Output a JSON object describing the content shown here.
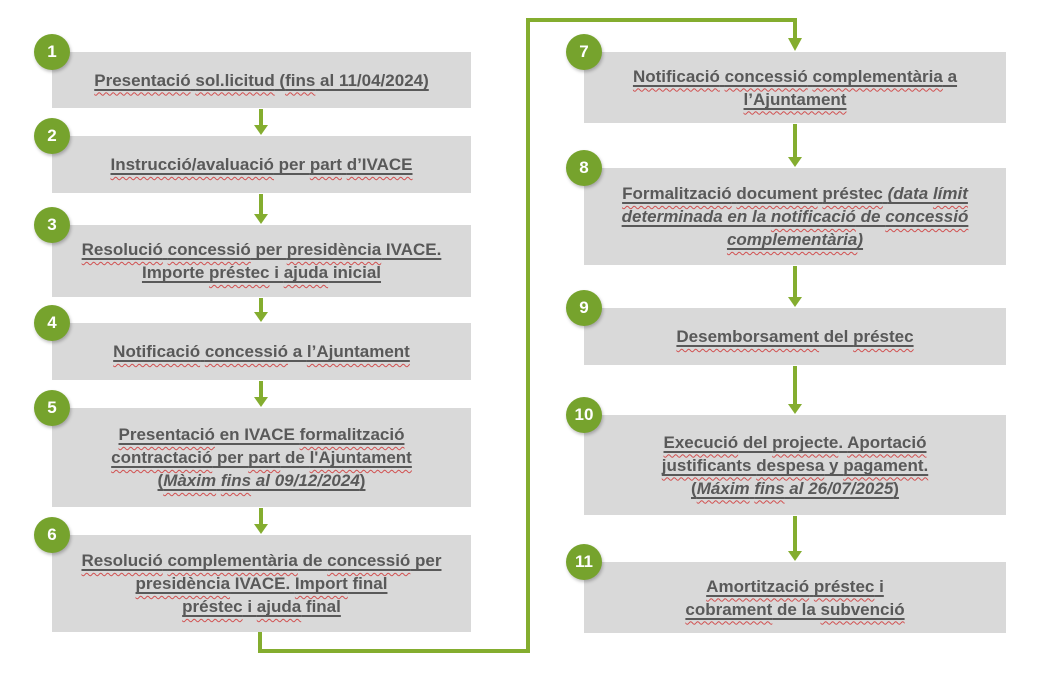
{
  "theme": {
    "green_line": "#84AD2F",
    "green_circle": "#76A32D",
    "box_fill": "#D9D9D9",
    "text_color": "#595959",
    "squiggle_color": "#D15050",
    "background": "#FFFFFF"
  },
  "flow": {
    "steps": [
      {
        "number": "1",
        "column": "left",
        "lines": [
          [
            {
              "t": "Presentació",
              "sq": true
            },
            {
              "t": " "
            },
            {
              "t": "sol.licitud",
              "sq": true
            },
            {
              "t": " ("
            },
            {
              "t": "fins",
              "sq": true
            },
            {
              "t": " al 11/04/2024)"
            }
          ]
        ]
      },
      {
        "number": "2",
        "column": "left",
        "lines": [
          [
            {
              "t": "Instrucció/avaluació",
              "sq": true
            },
            {
              "t": " per "
            },
            {
              "t": "part",
              "sq": true
            },
            {
              "t": " "
            },
            {
              "t": "d’IVACE",
              "sq": true
            }
          ]
        ]
      },
      {
        "number": "3",
        "column": "left",
        "lines": [
          [
            {
              "t": "Resolució",
              "sq": true
            },
            {
              "t": " "
            },
            {
              "t": "concessió",
              "sq": true
            },
            {
              "t": " per "
            },
            {
              "t": "presidència",
              "sq": true
            },
            {
              "t": " IVACE."
            }
          ],
          [
            {
              "t": "Importe "
            },
            {
              "t": "préstec",
              "sq": true
            },
            {
              "t": " i "
            },
            {
              "t": "ajuda",
              "sq": true
            },
            {
              "t": " inicial"
            }
          ]
        ]
      },
      {
        "number": "4",
        "column": "left",
        "lines": [
          [
            {
              "t": "Notificació",
              "sq": true
            },
            {
              "t": " "
            },
            {
              "t": "concessió",
              "sq": true
            },
            {
              "t": " a "
            },
            {
              "t": "l’Ajuntament",
              "sq": true
            }
          ]
        ]
      },
      {
        "number": "5",
        "column": "left",
        "lines": [
          [
            {
              "t": "Presentació",
              "sq": true
            },
            {
              "t": " en IVACE "
            },
            {
              "t": "formalització",
              "sq": true
            }
          ],
          [
            {
              "t": "contractació",
              "sq": true
            },
            {
              "t": " per "
            },
            {
              "t": "part",
              "sq": true
            },
            {
              "t": " de "
            },
            {
              "t": "l'Ajuntament",
              "sq": true
            }
          ],
          [
            {
              "t": "("
            },
            {
              "t": "Màxim",
              "sq": true,
              "it": true
            },
            {
              "t": " ",
              "it": true
            },
            {
              "t": "fins",
              "sq": true,
              "it": true
            },
            {
              "t": " al 09/12/2024",
              "it": true
            },
            {
              "t": ")"
            }
          ]
        ]
      },
      {
        "number": "6",
        "column": "left",
        "lines": [
          [
            {
              "t": "Resolució",
              "sq": true
            },
            {
              "t": " "
            },
            {
              "t": "complementària",
              "sq": true
            },
            {
              "t": " de "
            },
            {
              "t": "concessió",
              "sq": true
            },
            {
              "t": " per"
            }
          ],
          [
            {
              "t": "presidència",
              "sq": true
            },
            {
              "t": " IVACE. "
            },
            {
              "t": "Import",
              "sq": true
            },
            {
              "t": " final"
            }
          ],
          [
            {
              "t": "préstec",
              "sq": true
            },
            {
              "t": " i "
            },
            {
              "t": "ajuda",
              "sq": true
            },
            {
              "t": " final"
            }
          ]
        ]
      },
      {
        "number": "7",
        "column": "right",
        "lines": [
          [
            {
              "t": "Notificació",
              "sq": true
            },
            {
              "t": " "
            },
            {
              "t": "concessió",
              "sq": true
            },
            {
              "t": " "
            },
            {
              "t": "complementària",
              "sq": true
            },
            {
              "t": " a"
            }
          ],
          [
            {
              "t": "l’Ajuntament",
              "sq": true
            }
          ]
        ]
      },
      {
        "number": "8",
        "column": "right",
        "lines": [
          [
            {
              "t": "Formalització",
              "sq": true
            },
            {
              "t": " "
            },
            {
              "t": "document",
              "sq": true
            },
            {
              "t": " "
            },
            {
              "t": "préstec",
              "sq": true
            },
            {
              "t": " "
            },
            {
              "t": "(data ",
              "it": true
            },
            {
              "t": "límit",
              "sq": true,
              "it": true
            }
          ],
          [
            {
              "t": "determinada en la ",
              "it": true
            },
            {
              "t": "notificació",
              "sq": true,
              "it": true
            },
            {
              "t": " de ",
              "it": true
            },
            {
              "t": "concessió",
              "sq": true,
              "it": true
            }
          ],
          [
            {
              "t": "complementària",
              "sq": true,
              "it": true
            },
            {
              "t": ")",
              "it": true
            }
          ]
        ]
      },
      {
        "number": "9",
        "column": "right",
        "lines": [
          [
            {
              "t": "Desemborsament",
              "sq": true
            },
            {
              "t": " del "
            },
            {
              "t": "préstec",
              "sq": true
            }
          ]
        ]
      },
      {
        "number": "10",
        "column": "right",
        "lines": [
          [
            {
              "t": "Execució",
              "sq": true
            },
            {
              "t": " del "
            },
            {
              "t": "projecte",
              "sq": true
            },
            {
              "t": ". "
            },
            {
              "t": "Aportació",
              "sq": true
            }
          ],
          [
            {
              "t": "justificants",
              "sq": true
            },
            {
              "t": " "
            },
            {
              "t": "despesa",
              "sq": true
            },
            {
              "t": " y "
            },
            {
              "t": "pagament.",
              "sq": true
            }
          ],
          [
            {
              "t": "("
            },
            {
              "t": "Máxim",
              "sq": true,
              "it": true
            },
            {
              "t": " ",
              "it": true
            },
            {
              "t": "fins",
              "sq": true,
              "it": true
            },
            {
              "t": " al 26/07/2025",
              "it": true
            },
            {
              "t": ")"
            }
          ]
        ]
      },
      {
        "number": "11",
        "column": "right",
        "lines": [
          [
            {
              "t": "Amortització",
              "sq": true
            },
            {
              "t": " "
            },
            {
              "t": "préstec",
              "sq": true
            },
            {
              "t": " i"
            }
          ],
          [
            {
              "t": "cobrament",
              "sq": true
            },
            {
              "t": " de la "
            },
            {
              "t": "subvenció",
              "sq": true
            }
          ]
        ]
      }
    ]
  }
}
